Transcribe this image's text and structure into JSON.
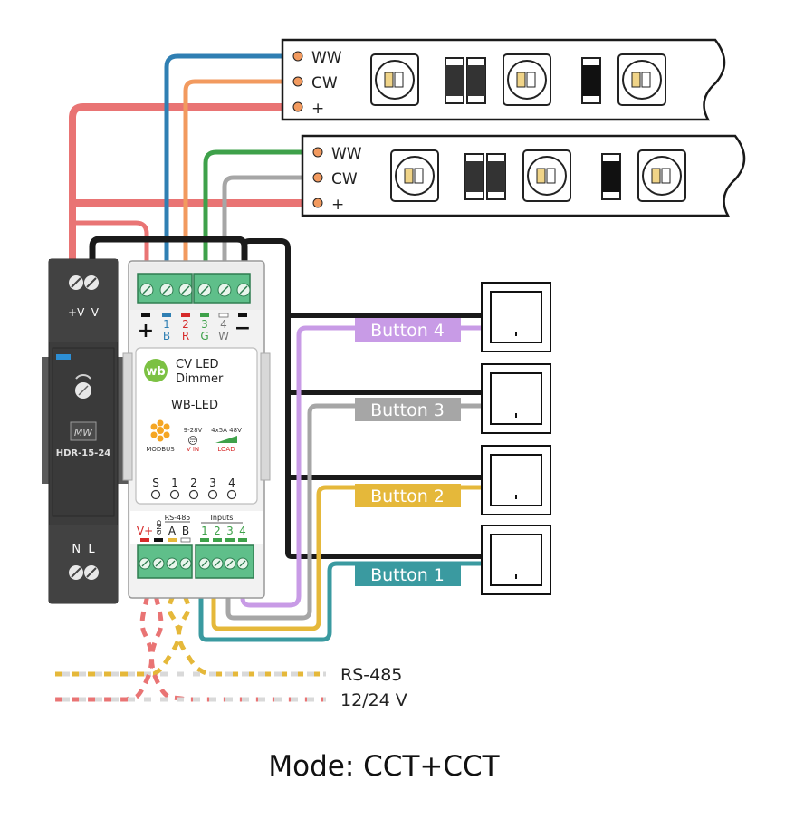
{
  "mode_caption": "Mode: CCT+CCT",
  "strip_top": {
    "labels": [
      "WW",
      "CW",
      "+"
    ]
  },
  "strip_bottom": {
    "labels": [
      "WW",
      "CW",
      "+"
    ]
  },
  "power_supply": {
    "top_terminals": "+V -V",
    "bottom_terminals": "N  L",
    "model": "HDR-15-24",
    "logo": "MW"
  },
  "dimmer": {
    "brand": "wb",
    "title_line1": "CV LED",
    "title_line2": "Dimmer",
    "model": "WB-LED",
    "top_plus": "+",
    "top_minus": "−",
    "top_terms": [
      {
        "n": "1",
        "l": "B"
      },
      {
        "n": "2",
        "l": "R"
      },
      {
        "n": "3",
        "l": "G"
      },
      {
        "n": "4",
        "l": "W"
      }
    ],
    "modbus": "MODBUS",
    "vin_spec": "9-28V",
    "vin": "V IN",
    "load_spec": "4x5A 48V",
    "load": "LOAD",
    "status_leds": [
      "S",
      "1",
      "2",
      "3",
      "4"
    ],
    "rs485_header": "RS-485",
    "inputs_header": "Inputs",
    "bottom_left": [
      "V+",
      "GND",
      "A",
      "B"
    ],
    "bottom_inputs": [
      "1",
      "2",
      "3",
      "4"
    ]
  },
  "buttons": [
    {
      "label": "Button 4",
      "color": "#c89be6"
    },
    {
      "label": "Button 3",
      "color": "#a6a6a6"
    },
    {
      "label": "Button 2",
      "color": "#e5b83a"
    },
    {
      "label": "Button 1",
      "color": "#3a9aa0"
    }
  ],
  "cables": {
    "rs485": "RS-485",
    "power": "12/24 V"
  },
  "colors": {
    "red": "#e97474",
    "blue": "#2f7fb3",
    "orange": "#f29a5f",
    "green": "#3ea14a",
    "gray": "#a6a6a6",
    "black": "#1a1a1a",
    "terminal": "#5fbf8a",
    "brand": "#7cc143"
  }
}
